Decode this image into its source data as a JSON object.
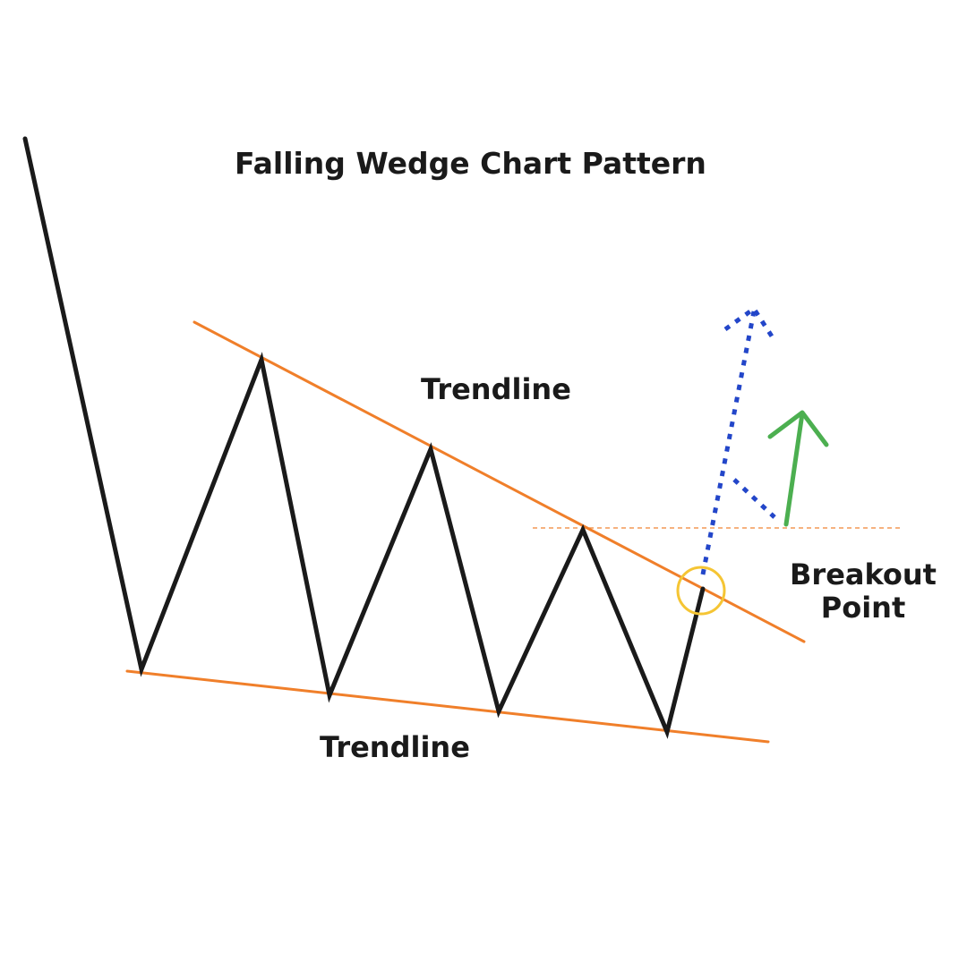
{
  "title": "Falling Wedge Chart Pattern",
  "labels": {
    "upper_trendline": "Trendline",
    "lower_trendline": "Trendline",
    "breakout_line1": "Breakout",
    "breakout_line2": "Point"
  },
  "colors": {
    "background": "#ffffff",
    "price": "#1a1a1a",
    "trendline": "#f07f2a",
    "projection": "#2346c9",
    "up_arrow": "#4caf50",
    "breakout_marker": "#f5c534",
    "text": "#1a1a1a"
  },
  "icons": {
    "up_arrow": "up-arrow-icon",
    "breakout_marker": "circle-icon"
  }
}
